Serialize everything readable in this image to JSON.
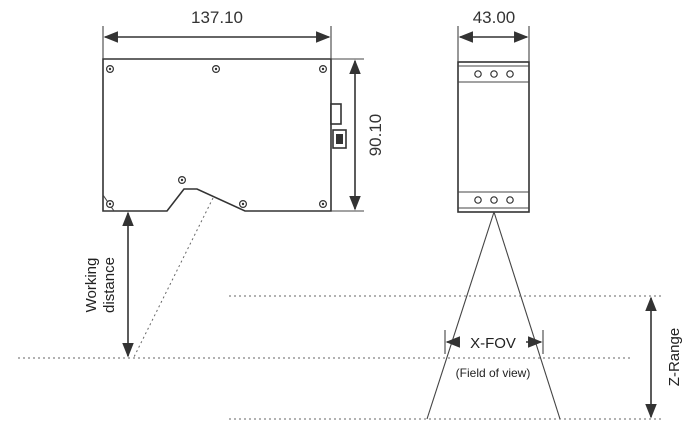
{
  "dimensions": {
    "width_label": "137.10",
    "height_label": "90.10",
    "depth_label": "43.00"
  },
  "labels": {
    "working_distance_line1": "Working",
    "working_distance_line2": "distance",
    "x_fov": "X-FOV",
    "field_of_view": "(Field of view)",
    "z_range": "Z-Range"
  },
  "colors": {
    "line": "#333333",
    "background": "#ffffff"
  }
}
